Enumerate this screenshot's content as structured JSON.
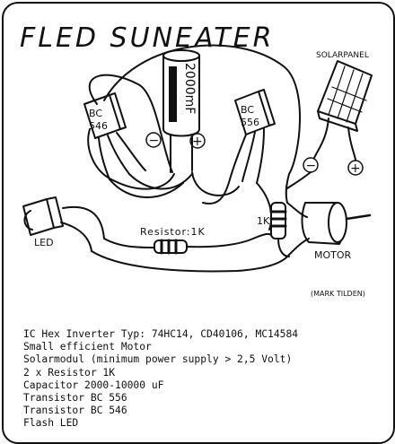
{
  "title": "FLED SUNEATER",
  "labels": {
    "solar_panel": "SOLARPANEL",
    "capacitor_value": "2000mF",
    "transistor_left": [
      "BC",
      "546"
    ],
    "transistor_right": [
      "BC",
      "556"
    ],
    "resistor_main": "Resistor:1K",
    "resistor_side": "1K",
    "led": "LED",
    "motor": "MOTOR",
    "author": "(MARK TILDEN)",
    "minus": "−",
    "plus": "+"
  },
  "parts_list": [
    "IC Hex Inverter Typ: 74HC14, CD40106, MC14584",
    "Small efficient Motor",
    "Solarmodul (minimum power supply > 2,5 Volt)",
    "2 x Resistor 1K",
    "Capacitor 2000-10000 uF",
    "Transistor BC 556",
    "Transistor BC 546",
    "Flash LED"
  ]
}
